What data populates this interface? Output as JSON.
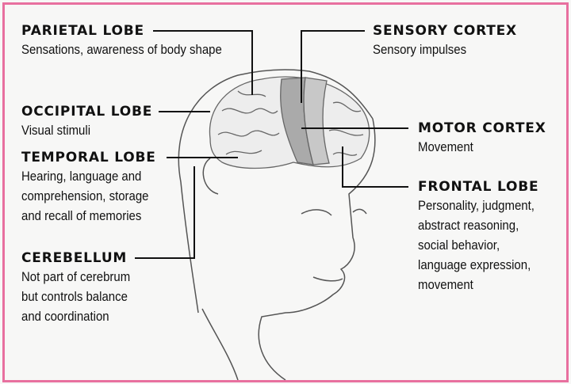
{
  "labels": {
    "parietal": {
      "title": "PARIETAL LOBE",
      "desc": [
        "Sensations, awareness of body shape"
      ]
    },
    "occipital": {
      "title": "OCCIPITAL LOBE",
      "desc": [
        "Visual stimuli"
      ]
    },
    "temporal": {
      "title": "TEMPORAL LOBE",
      "desc": [
        "Hearing, language and",
        "comprehension, storage",
        "and recall of memories"
      ]
    },
    "cerebellum": {
      "title": "CEREBELLUM",
      "desc": [
        "Not part of cerebrum",
        "but controls balance",
        "and coordination"
      ]
    },
    "sensory": {
      "title": "SENSORY CORTEX",
      "desc": [
        "Sensory impulses"
      ]
    },
    "motor": {
      "title": "MOTOR CORTEX",
      "desc": [
        "Movement"
      ]
    },
    "frontal": {
      "title": "FRONTAL LOBE",
      "desc": [
        "Personality, judgment,",
        "abstract reasoning,",
        "social behavior,",
        "language expression,",
        "movement"
      ]
    }
  },
  "colors": {
    "border": "#e8709f",
    "background": "#f7f7f6",
    "text": "#111111"
  }
}
